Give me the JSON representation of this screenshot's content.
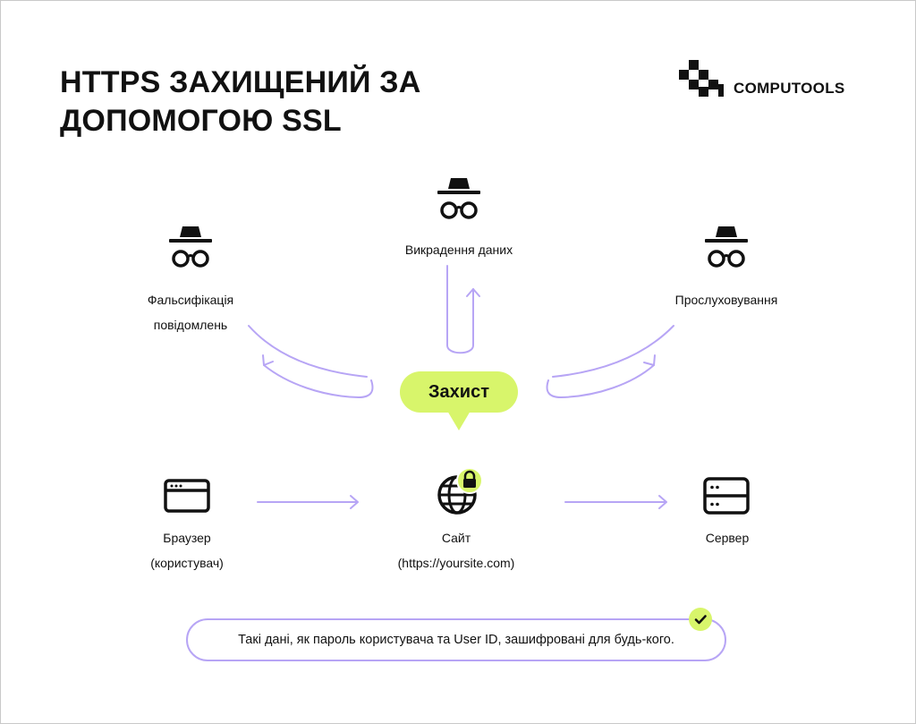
{
  "title": {
    "line1": "HTTPS ЗАХИЩЕНИЙ ЗА",
    "line2": "ДОПОМОГОЮ SSL"
  },
  "brand": {
    "name": "COMPUTOOLS"
  },
  "threats": {
    "left": {
      "line1": "Фальсифікація",
      "line2": "повідомлень",
      "icon": "spy-icon"
    },
    "center": {
      "line1": "Викрадення даних",
      "icon": "spy-icon"
    },
    "right": {
      "line1": "Прослуховування",
      "icon": "spy-icon"
    }
  },
  "protection": {
    "label": "Захист"
  },
  "flow": {
    "browser": {
      "line1": "Браузер",
      "line2": "(користувач)",
      "icon": "browser-window-icon"
    },
    "site": {
      "line1": "Сайт",
      "line2": "(https://yoursite.com)",
      "icon": "globe-lock-icon"
    },
    "server": {
      "line1": "Сервер",
      "icon": "server-icon"
    }
  },
  "note": {
    "text": "Такі дані, як пароль користувача та User ID, зашифровані для будь-кого.",
    "icon": "check-icon"
  },
  "colors": {
    "accent_lime": "#d8f56b",
    "arrow_purple": "#b7a5f5",
    "text": "#111111"
  }
}
